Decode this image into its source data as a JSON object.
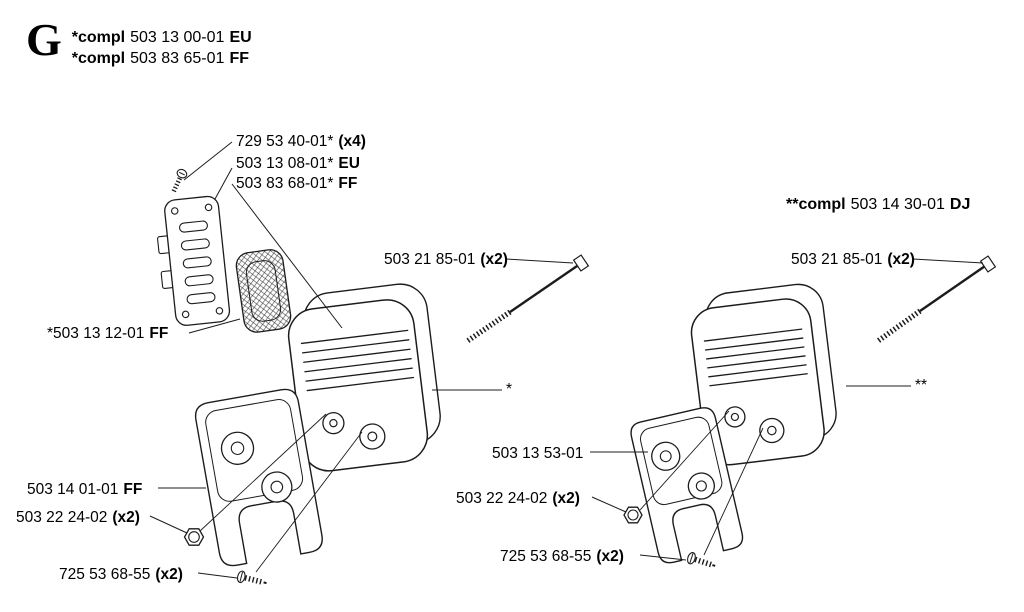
{
  "page": {
    "background": "#ffffff",
    "line_color": "#1c1c1c"
  },
  "header": {
    "section": "G",
    "line1": {
      "b1": "*compl",
      "num": "503 13 00-01",
      "b2": "EU"
    },
    "line2": {
      "b1": "*compl",
      "num": "503 83 65-01",
      "b2": "FF"
    }
  },
  "right_header": {
    "b1": "**compl",
    "num": "503 14 30-01",
    "b2": "DJ"
  },
  "labels": {
    "screws": {
      "num": "729 53 40-01*",
      "b": "(x4)"
    },
    "plate_eu": {
      "num": "503 13 08-01*",
      "b": "EU"
    },
    "plate_ff": {
      "num": "503 83 68-01*",
      "b": "FF"
    },
    "bolt_left": {
      "num": "503 21 85-01",
      "b": "(x2)"
    },
    "bolt_right": {
      "num": "503 21 85-01",
      "b": "(x2)"
    },
    "screen": {
      "num": "*503 13 12-01",
      "b": "FF"
    },
    "muffler_left_ref": {
      "num": "*",
      "b": ""
    },
    "muffler_right_ref": {
      "num": "**",
      "b": ""
    },
    "bracket_right": {
      "num": "503 13 53-01",
      "b": ""
    },
    "bracket_left": {
      "num": "503 14 01-01",
      "b": "FF"
    },
    "nut_left": {
      "num": "503 22 24-02",
      "b": "(x2)"
    },
    "nut_right": {
      "num": "503 22 24-02",
      "b": "(x2)"
    },
    "screw_left": {
      "num": "725 53 68-55",
      "b": "(x2)"
    },
    "screw_right": {
      "num": "725 53 68-55",
      "b": "(x2)"
    }
  }
}
